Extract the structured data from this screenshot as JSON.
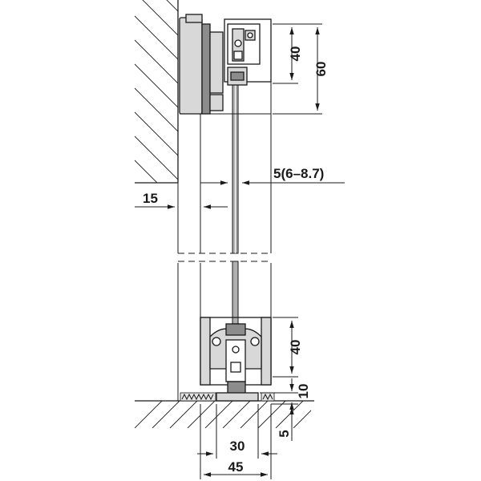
{
  "dimensions": {
    "top_profile_height": "40",
    "top_total_height": "60",
    "glass_thickness": "5(6–8.7)",
    "wall_offset": "15",
    "bottom_profile_height": "40",
    "floor_clearance": "10",
    "floor_recess": "5",
    "guide_width": "30",
    "profile_width": "45"
  },
  "colors": {
    "line": "#1a1a1a",
    "profile_fill": "#d8d8d8",
    "profile_dark": "#8c8c8c",
    "glass": "#b0b0b0"
  }
}
